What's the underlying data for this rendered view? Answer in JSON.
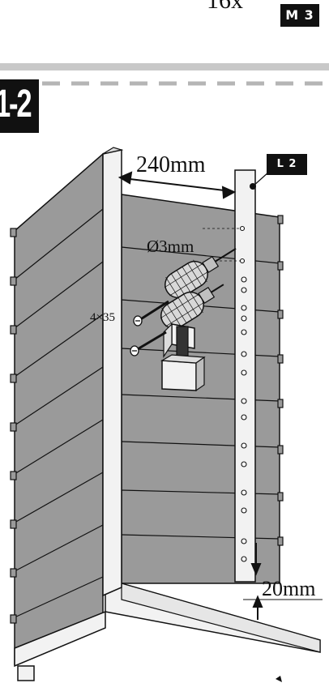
{
  "header": {
    "part_count": "16x",
    "part_badge": "M 3"
  },
  "step": {
    "number": "1-2"
  },
  "part_label": "L 2",
  "dimensions": {
    "post_spacing": "240mm",
    "drill_diameter": "Ø3mm",
    "screw_size": "4×35",
    "bottom_gap": "20mm"
  },
  "colors": {
    "panel_gray": "#9a9a9a",
    "board_light": "#f2f2f2",
    "outline": "#111111",
    "divider": "#c8c8c8"
  },
  "icons": [
    "drill-icon",
    "screw-icon",
    "arrow-icon"
  ]
}
